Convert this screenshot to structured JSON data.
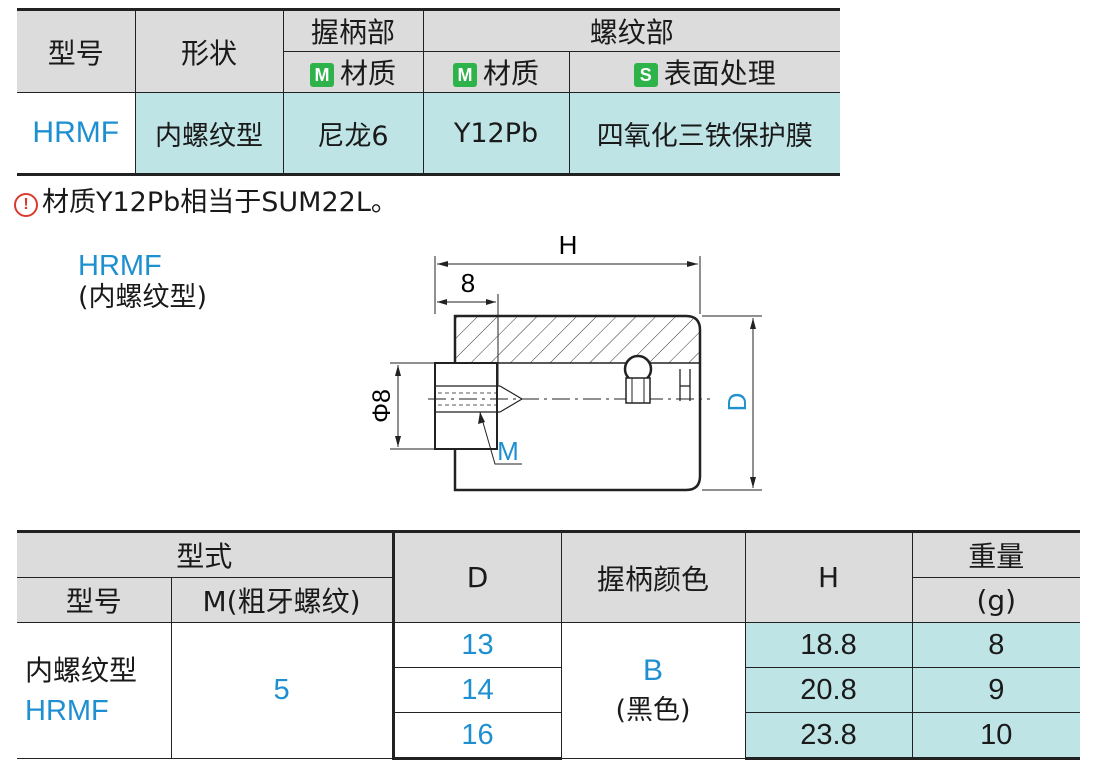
{
  "spec_table": {
    "headers": {
      "model": "型号",
      "shape": "形状",
      "grip_section": "握柄部",
      "thread_section": "螺纹部",
      "grip_material": "材质",
      "thread_material": "材质",
      "surface_treatment": "表面处理",
      "badge_m": "M",
      "badge_s": "S"
    },
    "row": {
      "model": "HRMF",
      "shape": "内螺纹型",
      "grip_material": "尼龙6",
      "thread_material": "Y12Pb",
      "surface_treatment": "四氧化三铁保护膜"
    },
    "colors": {
      "header_bg": "#dcdcdc",
      "value_bg": "#bfe4e6",
      "code_blue": "#1e8fd0",
      "badge_m": "#2db34a",
      "badge_s": "#2db34a"
    }
  },
  "note": {
    "icon": "warning-icon",
    "icon_glyph": "!",
    "text": "材质Y12Pb相当于SUM22L。",
    "color": "#d93a2b"
  },
  "drawing": {
    "model": "HRMF",
    "type": "(内螺纹型)",
    "dim_h": "H",
    "dim_8": "8",
    "dim_phi8": "Φ8",
    "dim_d": "D",
    "dim_m": "M"
  },
  "size_table": {
    "headers": {
      "form": "型式",
      "model": "型号",
      "thread": "M(粗牙螺纹)",
      "d": "D",
      "grip_color": "握柄颜色",
      "h": "H",
      "weight": "重量",
      "weight_unit": "(g)"
    },
    "model_name": "内螺纹型",
    "model_code": "HRMF",
    "m_value": "5",
    "color_code": "B",
    "color_name": "(黑色)",
    "rows": [
      {
        "d": "13",
        "h": "18.8",
        "weight": "8"
      },
      {
        "d": "14",
        "h": "20.8",
        "weight": "9"
      },
      {
        "d": "16",
        "h": "23.8",
        "weight": "10"
      }
    ]
  }
}
